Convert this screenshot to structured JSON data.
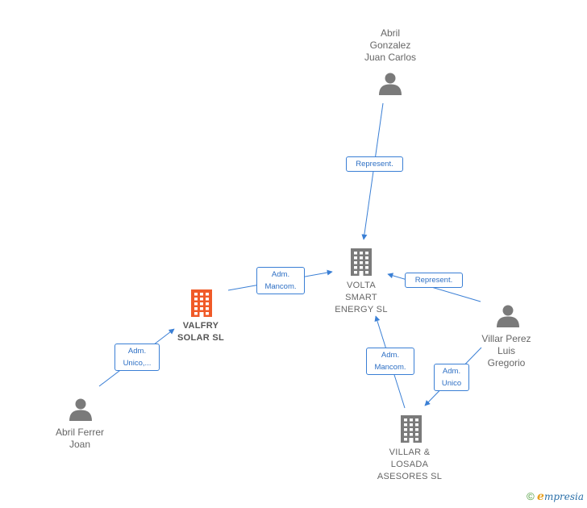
{
  "nodes": {
    "abril_gonzalez": {
      "type": "person",
      "lines": [
        "Abril",
        "Gonzalez",
        "Juan Carlos"
      ]
    },
    "volta": {
      "type": "company",
      "lines": [
        "VOLTA",
        "SMART",
        "ENERGY  SL"
      ]
    },
    "valfry": {
      "type": "company",
      "highlight": true,
      "lines": [
        "VALFRY",
        "SOLAR  SL"
      ]
    },
    "villar_perez": {
      "type": "person",
      "lines": [
        "Villar Perez",
        "Luis",
        "Gregorio"
      ]
    },
    "abril_ferrer": {
      "type": "person",
      "lines": [
        "Abril Ferrer",
        "Joan"
      ]
    },
    "villar_losada": {
      "type": "company",
      "lines": [
        "VILLAR &",
        "LOSADA",
        "ASESORES SL"
      ]
    }
  },
  "edges": [
    {
      "id": "e1",
      "from": "abril_gonzalez",
      "to": "volta",
      "label_lines": [
        "Represent."
      ]
    },
    {
      "id": "e2",
      "from": "valfry",
      "to": "volta",
      "label_lines": [
        "Adm.",
        "Mancom."
      ]
    },
    {
      "id": "e3",
      "from": "villar_perez",
      "to": "volta",
      "label_lines": [
        "Represent."
      ]
    },
    {
      "id": "e4",
      "from": "abril_ferrer",
      "to": "valfry",
      "label_lines": [
        "Adm.",
        "Unico,..."
      ]
    },
    {
      "id": "e5",
      "from": "villar_losada",
      "to": "volta",
      "label_lines": [
        "Adm.",
        "Mancom."
      ]
    },
    {
      "id": "e6",
      "from": "villar_perez",
      "to": "villar_losada",
      "label_lines": [
        "Adm.",
        "Unico"
      ]
    }
  ],
  "colors": {
    "edge": "#3a7fd5",
    "icon_default": "#7a7a7a",
    "icon_highlight": "#f05a28"
  },
  "footer": {
    "copyright": "©",
    "brand_initial": "e",
    "brand_rest": "mpresia"
  }
}
